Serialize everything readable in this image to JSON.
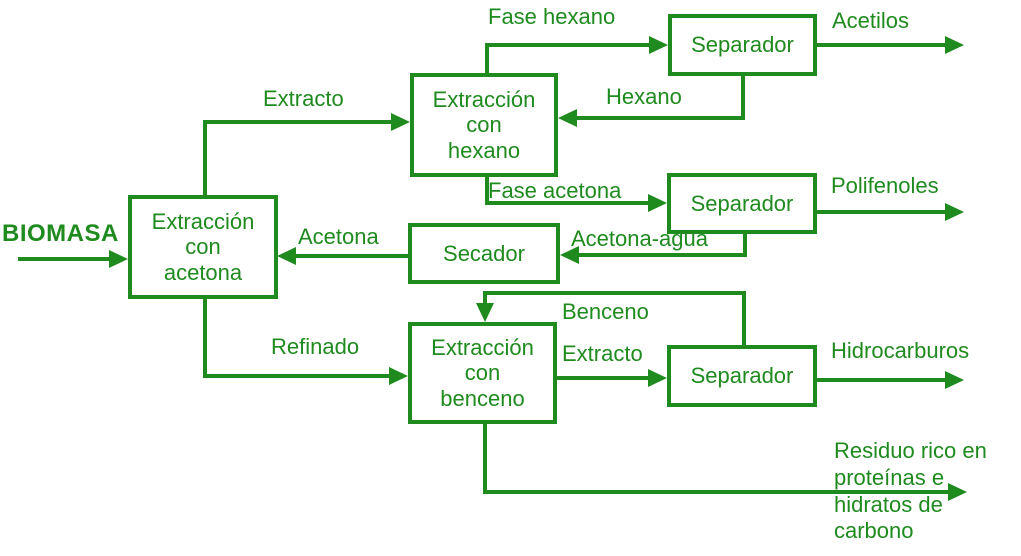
{
  "diagram": {
    "type": "process-flow-diagram",
    "language": "es",
    "colors": {
      "accent": "#1f8b1f",
      "background": "#ffffff"
    },
    "source_label": "BIOMASA",
    "boxes": {
      "extraccion_acetona": "Extracción\ncon\nacetona",
      "extraccion_hexano": "Extracción\ncon\nhexano",
      "separador_hexano": "Separador",
      "separador_acetona": "Separador",
      "secador": "Secador",
      "extraccion_benceno": "Extracción\ncon\nbenceno",
      "separador_benceno": "Separador"
    },
    "streams": {
      "extracto_top": "Extracto",
      "fase_hexano": "Fase hexano",
      "acetilos": "Acetilos",
      "hexano": "Hexano",
      "fase_acetona": "Fase acetona",
      "polifenoles": "Polifenoles",
      "acetona_agua": "Acetona-agua",
      "acetona": "Acetona",
      "refinado": "Refinado",
      "benceno": "Benceno",
      "extracto_bottom": "Extracto",
      "hidrocarburos": "Hidrocarburos",
      "residuo": "Residuo rico en proteínas e hidratos de carbono"
    }
  }
}
